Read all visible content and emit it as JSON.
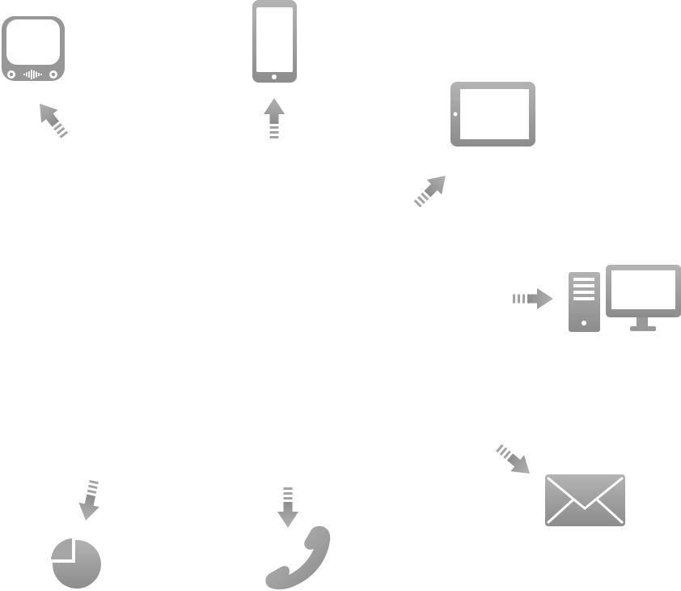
{
  "diagram": {
    "theme": {
      "icon_gray_light": "#b2b2b2",
      "icon_gray_dark": "#8a8a8a",
      "background": "#ffffff"
    },
    "devices": [
      {
        "id": "radio",
        "icon": "radio-icon"
      },
      {
        "id": "smartphone",
        "icon": "smartphone-icon"
      },
      {
        "id": "tablet",
        "icon": "tablet-icon"
      },
      {
        "id": "desktop-computer",
        "icon": "desktop-computer-icon"
      },
      {
        "id": "email",
        "icon": "envelope-icon"
      },
      {
        "id": "phone",
        "icon": "telephone-handset-icon"
      },
      {
        "id": "analytics",
        "icon": "pie-chart-icon"
      }
    ],
    "arrows": [
      {
        "target": "radio",
        "direction": "up-left"
      },
      {
        "target": "smartphone",
        "direction": "up"
      },
      {
        "target": "tablet",
        "direction": "up-right"
      },
      {
        "target": "desktop-computer",
        "direction": "right"
      },
      {
        "target": "email",
        "direction": "down-right"
      },
      {
        "target": "phone",
        "direction": "down"
      },
      {
        "target": "analytics",
        "direction": "down"
      }
    ]
  }
}
